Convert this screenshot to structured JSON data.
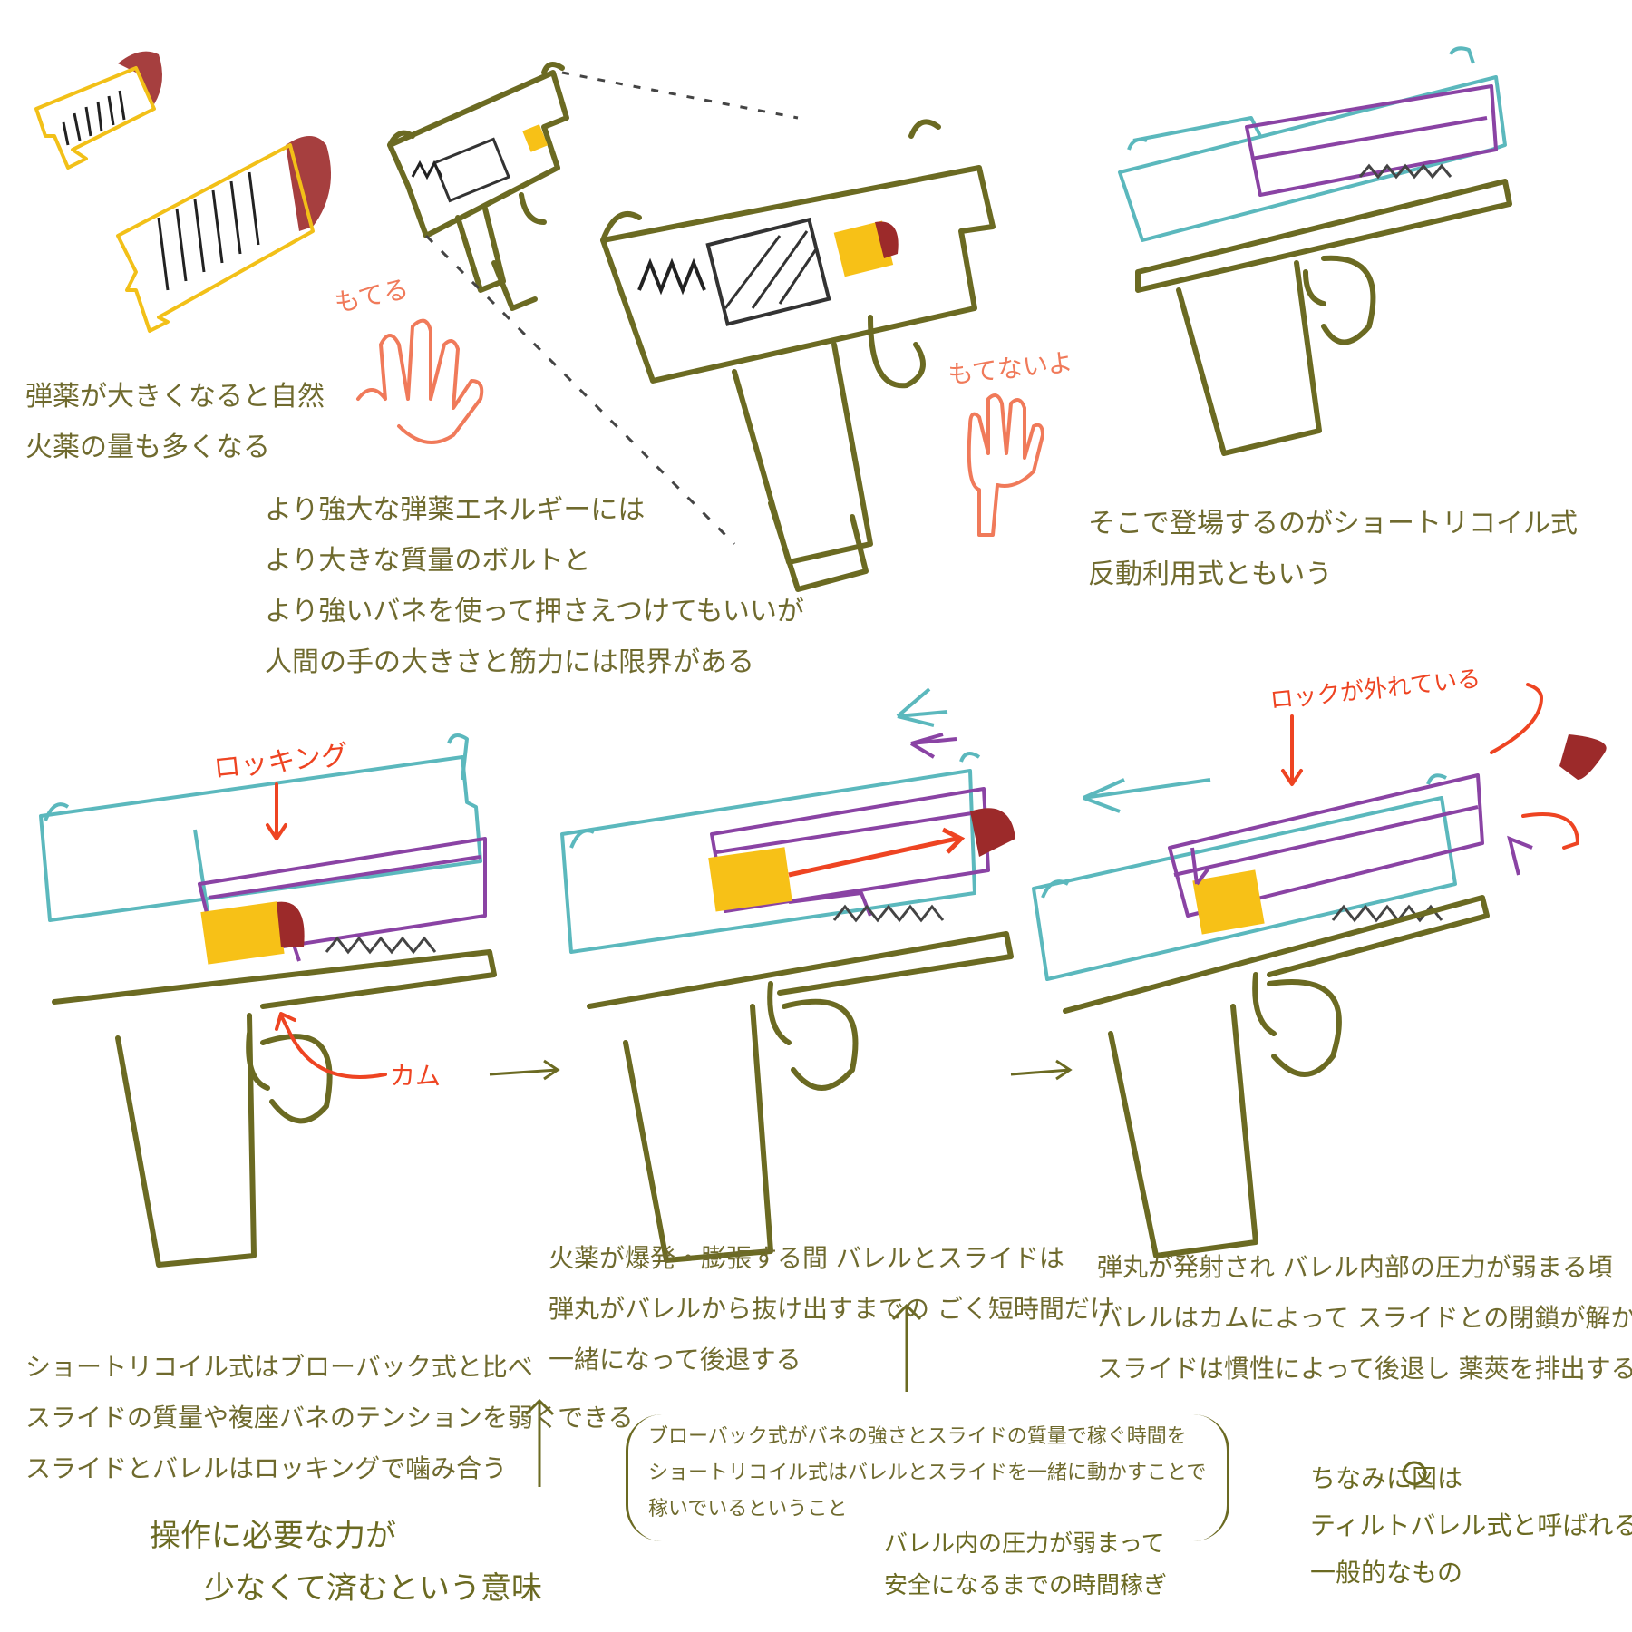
{
  "colors": {
    "olive": "#6b6a22",
    "teal": "#5bb8bd",
    "purple": "#8a43a4",
    "red": "#ee4422",
    "cartridge_yellow": "#f7c117",
    "bullet_red": "#9c2a2a"
  },
  "notes": {
    "cartridge_size": [
      "弾薬が大きくなると自然",
      "火薬の量も多くなる"
    ],
    "stronger_energy": [
      "より強大な弾薬エネルギーには",
      "より大きな質量のボルトと",
      "より強いバネを使って押さえつけてもいいが",
      "人間の手の大きさと筋力には限界がある"
    ],
    "short_recoil_intro": [
      "そこで登場するのがショートリコイル式",
      "反動利用式ともいう"
    ],
    "short_recoil_compare": [
      "ショートリコイル式はブローバック式と比べ",
      "スライドの質量や複座バネのテンションを弱くできる",
      "スライドとバレルはロッキングで噛み合う"
    ],
    "firing": [
      "火薬が爆発・膨張する間 バレルとスライドは",
      "弾丸がバレルから抜け出すまでの ごく短時間だけ",
      "一緒になって後退する"
    ],
    "unlocking": [
      "弾丸が発射され バレル内部の圧力が弱まる頃",
      "バレルはカムによって スライドとの閉鎖が解かれ",
      "スライドは慣性によって後退し 薬莢を排出する"
    ],
    "blowback_vs_short_recoil": [
      "ブローバック式がバネの強さとスライドの質量で稼ぐ時間を",
      "ショートリコイル式はバレルとスライドを一緒に動かすことで",
      "稼いでいるということ"
    ]
  },
  "handwritten": {
    "can_hold": "もてる",
    "cannot_hold": "もてないよ",
    "locking": "ロッキング",
    "cam": "カム",
    "lock_released": "ロックが外れている",
    "meaning": [
      "操作に必要な力が",
      "少なくて済むという意味"
    ],
    "time_gain": [
      "バレル内の圧力が弱まって",
      "安全になるまでの時間稼ぎ"
    ],
    "tilt_barrel": [
      "ちなみに図は",
      "ティルトバレル式と呼ばれる",
      "一般的なもの"
    ]
  }
}
